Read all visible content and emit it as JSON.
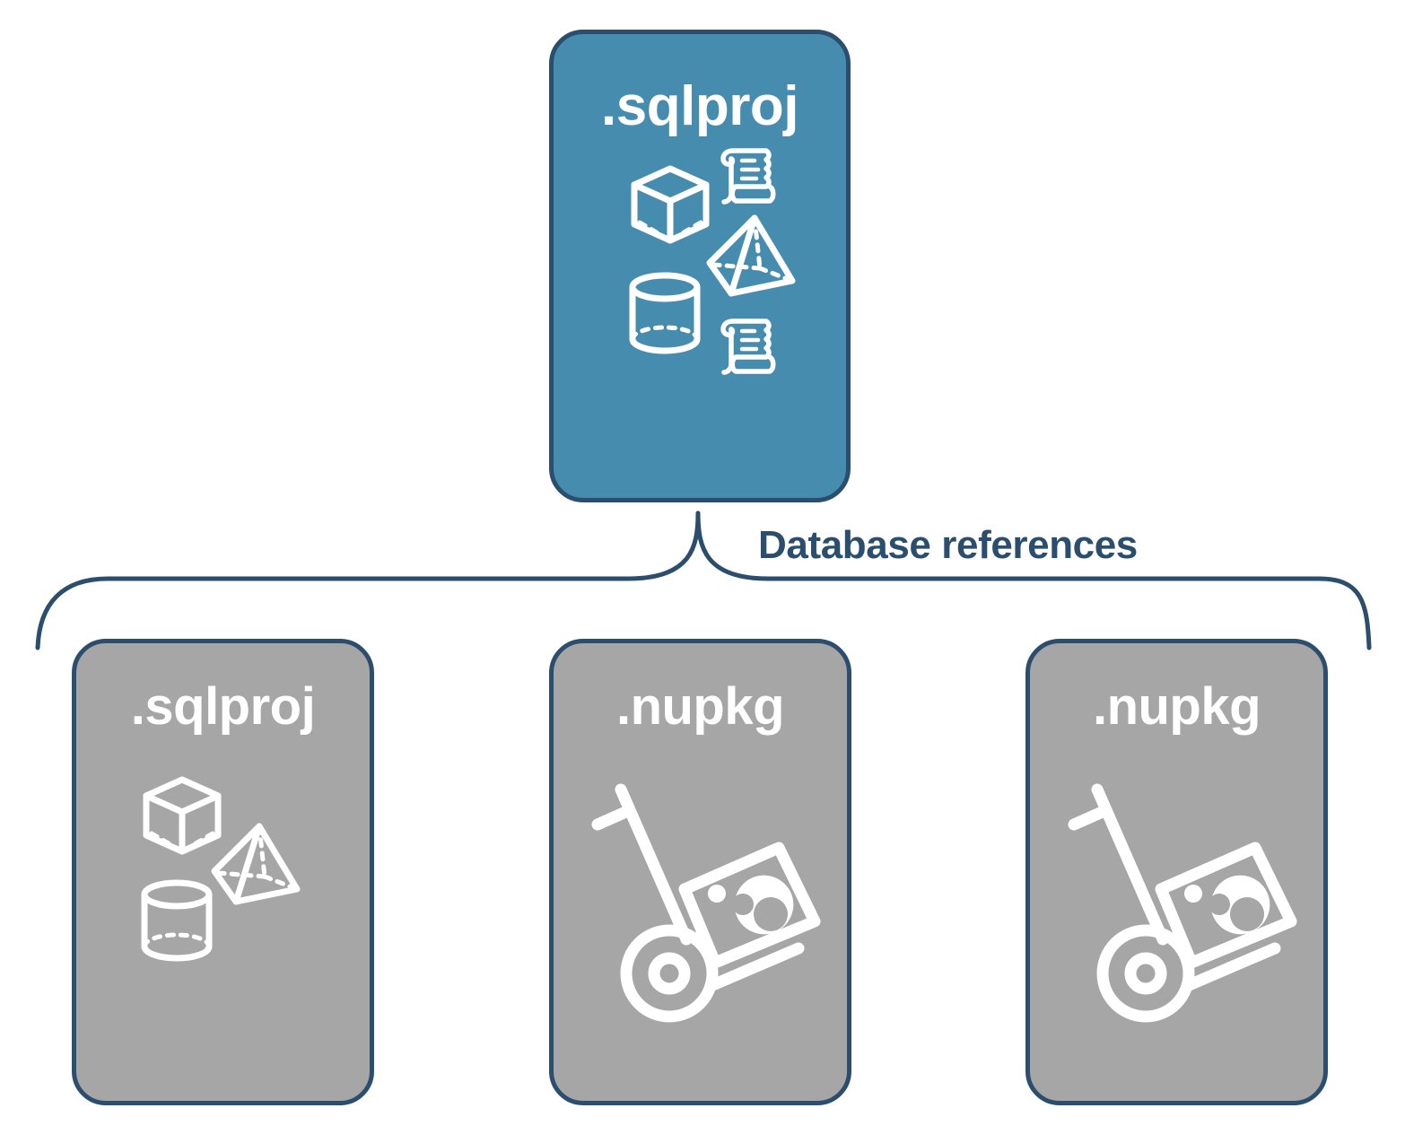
{
  "diagram": {
    "title_text": "Database references",
    "colors": {
      "primary_card": "#468CAE",
      "secondary_card": "#A6A6A6",
      "outline": "#2B4E6E",
      "icon": "#FFFFFF",
      "background": "#FFFFFF"
    },
    "top_node": {
      "label": ".sqlproj",
      "type": "primary",
      "icons": [
        "cube-icon",
        "pyramid-icon",
        "cylinder-icon",
        "script-scroll-icon",
        "script-scroll-icon"
      ]
    },
    "connector": {
      "label": "Database references",
      "style": "curly-brace",
      "from": ".sqlproj",
      "to": [
        ".sqlproj",
        ".nupkg",
        ".nupkg"
      ]
    },
    "child_nodes": [
      {
        "label": ".sqlproj",
        "type": "secondary",
        "icons": [
          "cube-icon",
          "pyramid-icon",
          "cylinder-icon"
        ]
      },
      {
        "label": ".nupkg",
        "type": "secondary",
        "icons": [
          "package-hand-truck-icon"
        ]
      },
      {
        "label": ".nupkg",
        "type": "secondary",
        "icons": [
          "package-hand-truck-icon"
        ]
      }
    ]
  }
}
